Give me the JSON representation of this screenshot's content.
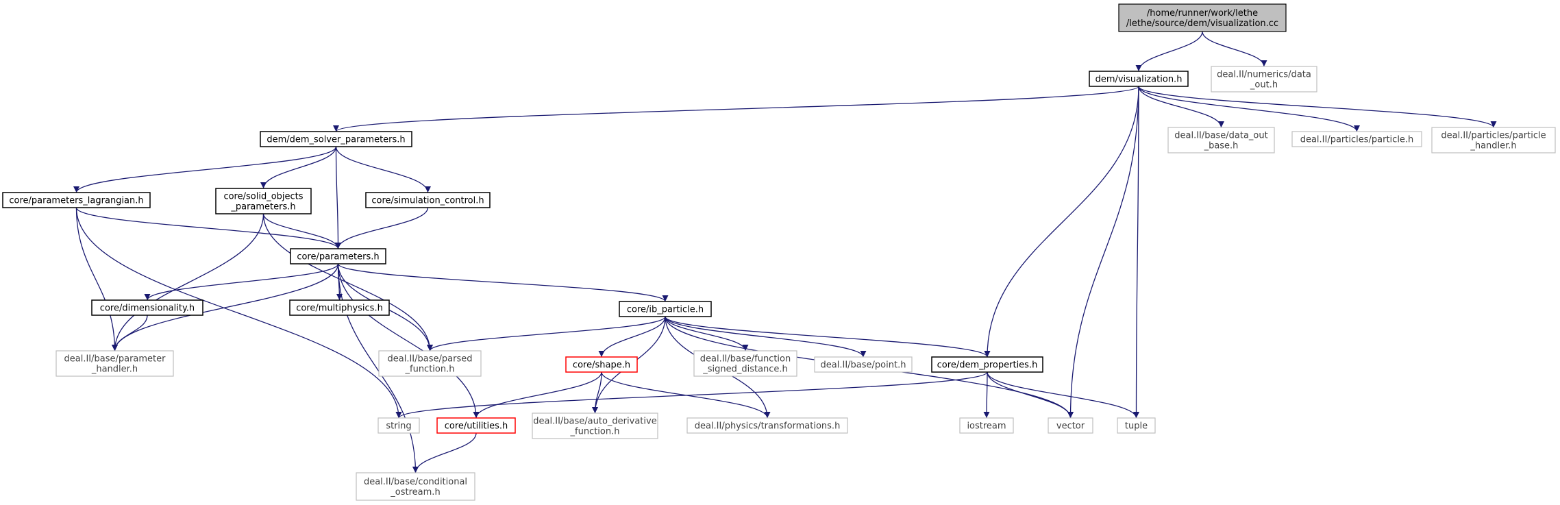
{
  "colors": {
    "edge": "#191970",
    "root_fill": "#bfbfbf",
    "project_border": "#000000",
    "external_border": "#bfbfbf",
    "truncated_border": "#ff0000",
    "text": "#000000"
  },
  "nodes": [
    {
      "id": "root",
      "style": "root",
      "lines": [
        "/home/runner/work/lethe",
        "/lethe/source/dem/visualization.cc"
      ]
    },
    {
      "id": "dem_visualization",
      "style": "project",
      "lines": [
        "dem/visualization.h"
      ]
    },
    {
      "id": "numerics_data_out",
      "style": "external",
      "lines": [
        "deal.II/numerics/data",
        "_out.h"
      ]
    },
    {
      "id": "dem_solver_parameters",
      "style": "project",
      "lines": [
        "dem/dem_solver_parameters.h"
      ]
    },
    {
      "id": "data_out_base",
      "style": "external",
      "lines": [
        "deal.II/base/data_out",
        "_base.h"
      ]
    },
    {
      "id": "particles_particle",
      "style": "external",
      "lines": [
        "deal.II/particles/particle.h"
      ]
    },
    {
      "id": "particles_handler",
      "style": "external",
      "lines": [
        "deal.II/particles/particle",
        "_handler.h"
      ]
    },
    {
      "id": "parameters_lagrangian",
      "style": "project",
      "lines": [
        "core/parameters_lagrangian.h"
      ]
    },
    {
      "id": "solid_objects_parameters",
      "style": "project",
      "lines": [
        "core/solid_objects",
        "_parameters.h"
      ]
    },
    {
      "id": "simulation_control",
      "style": "project",
      "lines": [
        "core/simulation_control.h"
      ]
    },
    {
      "id": "core_parameters",
      "style": "project",
      "lines": [
        "core/parameters.h"
      ]
    },
    {
      "id": "dimensionality",
      "style": "project",
      "lines": [
        "core/dimensionality.h"
      ]
    },
    {
      "id": "multiphysics",
      "style": "project",
      "lines": [
        "core/multiphysics.h"
      ]
    },
    {
      "id": "ib_particle",
      "style": "project",
      "lines": [
        "core/ib_particle.h"
      ]
    },
    {
      "id": "parameter_handler",
      "style": "external",
      "lines": [
        "deal.II/base/parameter",
        "_handler.h"
      ]
    },
    {
      "id": "parsed_function",
      "style": "external",
      "lines": [
        "deal.II/base/parsed",
        "_function.h"
      ]
    },
    {
      "id": "shape",
      "style": "truncated",
      "lines": [
        "core/shape.h"
      ]
    },
    {
      "id": "function_signed_distance",
      "style": "external",
      "lines": [
        "deal.II/base/function",
        "_signed_distance.h"
      ]
    },
    {
      "id": "base_point",
      "style": "external",
      "lines": [
        "deal.II/base/point.h"
      ]
    },
    {
      "id": "dem_properties",
      "style": "project",
      "lines": [
        "core/dem_properties.h"
      ]
    },
    {
      "id": "string",
      "style": "external",
      "lines": [
        "string"
      ]
    },
    {
      "id": "utilities",
      "style": "truncated",
      "lines": [
        "core/utilities.h"
      ]
    },
    {
      "id": "auto_derivative_function",
      "style": "external",
      "lines": [
        "deal.II/base/auto_derivative",
        "_function.h"
      ]
    },
    {
      "id": "transformations",
      "style": "external",
      "lines": [
        "deal.II/physics/transformations.h"
      ]
    },
    {
      "id": "iostream",
      "style": "external",
      "lines": [
        "iostream"
      ]
    },
    {
      "id": "vector",
      "style": "external",
      "lines": [
        "vector"
      ]
    },
    {
      "id": "tuple",
      "style": "external",
      "lines": [
        "tuple"
      ]
    },
    {
      "id": "conditional_ostream",
      "style": "external",
      "lines": [
        "deal.II/base/conditional",
        "_ostream.h"
      ]
    }
  ],
  "edges": [
    [
      "root",
      "dem_visualization"
    ],
    [
      "root",
      "numerics_data_out"
    ],
    [
      "dem_visualization",
      "dem_solver_parameters"
    ],
    [
      "dem_visualization",
      "data_out_base"
    ],
    [
      "dem_visualization",
      "particles_particle"
    ],
    [
      "dem_visualization",
      "particles_handler"
    ],
    [
      "dem_visualization",
      "dem_properties"
    ],
    [
      "dem_visualization",
      "vector"
    ],
    [
      "dem_visualization",
      "tuple"
    ],
    [
      "dem_solver_parameters",
      "parameters_lagrangian"
    ],
    [
      "dem_solver_parameters",
      "solid_objects_parameters"
    ],
    [
      "dem_solver_parameters",
      "simulation_control"
    ],
    [
      "dem_solver_parameters",
      "core_parameters"
    ],
    [
      "parameters_lagrangian",
      "core_parameters"
    ],
    [
      "parameters_lagrangian",
      "parameter_handler"
    ],
    [
      "parameters_lagrangian",
      "string"
    ],
    [
      "solid_objects_parameters",
      "core_parameters"
    ],
    [
      "solid_objects_parameters",
      "parameter_handler"
    ],
    [
      "solid_objects_parameters",
      "parsed_function"
    ],
    [
      "simulation_control",
      "core_parameters"
    ],
    [
      "core_parameters",
      "dimensionality"
    ],
    [
      "core_parameters",
      "multiphysics"
    ],
    [
      "core_parameters",
      "ib_particle"
    ],
    [
      "core_parameters",
      "parameter_handler"
    ],
    [
      "core_parameters",
      "parsed_function"
    ],
    [
      "core_parameters",
      "utilities"
    ],
    [
      "core_parameters",
      "conditional_ostream"
    ],
    [
      "dimensionality",
      "parameter_handler"
    ],
    [
      "ib_particle",
      "parsed_function"
    ],
    [
      "ib_particle",
      "shape"
    ],
    [
      "ib_particle",
      "function_signed_distance"
    ],
    [
      "ib_particle",
      "base_point"
    ],
    [
      "ib_particle",
      "dem_properties"
    ],
    [
      "ib_particle",
      "auto_derivative_function"
    ],
    [
      "ib_particle",
      "transformations"
    ],
    [
      "ib_particle",
      "vector"
    ],
    [
      "shape",
      "utilities"
    ],
    [
      "shape",
      "auto_derivative_function"
    ],
    [
      "shape",
      "transformations"
    ],
    [
      "dem_properties",
      "string"
    ],
    [
      "dem_properties",
      "iostream"
    ],
    [
      "dem_properties",
      "vector"
    ],
    [
      "dem_properties",
      "tuple"
    ],
    [
      "utilities",
      "conditional_ostream"
    ]
  ]
}
